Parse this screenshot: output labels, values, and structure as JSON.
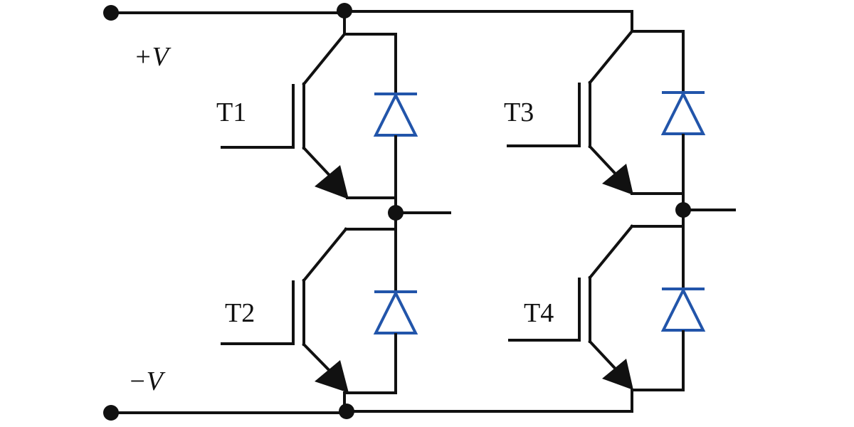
{
  "labels": {
    "plus_v": "+V",
    "minus_v": "−V",
    "t1": "T1",
    "t2": "T2",
    "t3": "T3",
    "t4": "T4"
  },
  "colors": {
    "wire": "#111111",
    "diode": "#2255aa"
  }
}
